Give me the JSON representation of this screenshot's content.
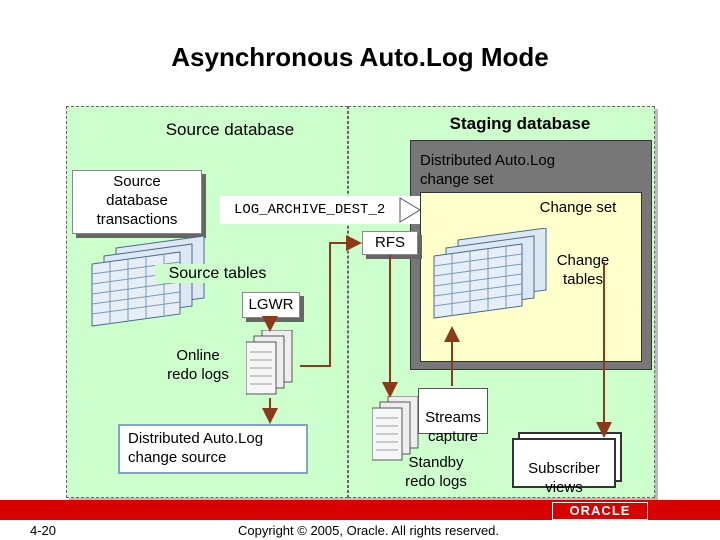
{
  "title": "Asynchronous Auto.Log Mode",
  "source_panel": {
    "heading": "Source database",
    "transactions_label": "Source\ndatabase\ntransactions",
    "source_tables_label": "Source tables",
    "lgwr_label": "LGWR",
    "online_redo_label": "Online\nredo logs",
    "change_source_label": "Distributed Auto.Log\nchange source"
  },
  "staging_panel": {
    "heading": "Staging database",
    "change_set_group_label": "Distributed Auto.Log\nchange set",
    "change_set_label": "Change set",
    "change_tables_label": "Change\ntables",
    "rfs_label": "RFS",
    "streams_capture_label": "Streams\ncapture",
    "standby_redo_label": "Standby\nredo logs",
    "subscriber_views_label": "Subscriber\nviews"
  },
  "arrow_label": "LOG_ARCHIVE_DEST_2",
  "footer": {
    "page_number": "4-20",
    "copyright": "Copyright © 2005, Oracle.  All rights reserved.",
    "logo_text": "ORACLE"
  },
  "colors": {
    "panel_fill": "#ccffcc",
    "change_set_fill": "#ffffcc",
    "arrow_brown": "#8b3a1a",
    "accent_blue": "#7fa6c8",
    "oracle_red": "#d90000"
  }
}
